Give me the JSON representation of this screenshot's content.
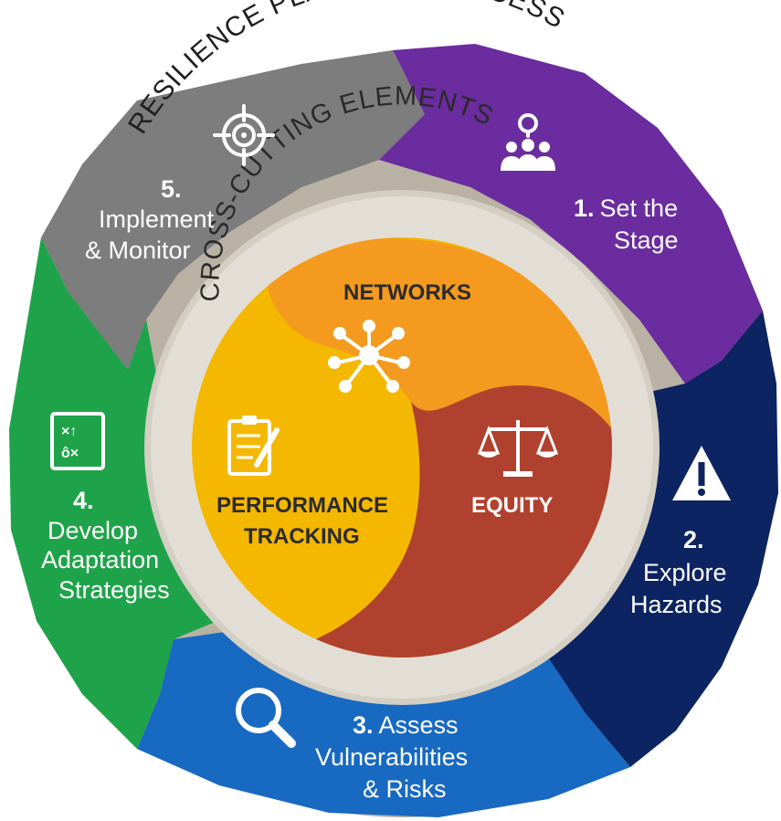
{
  "title": "RESILIENCE PLANNING PROCESS",
  "inner_title": "CROSS-CUTTING ELEMENTS",
  "steps": [
    {
      "number": "1.",
      "line1": "Set the",
      "line2": "Stage",
      "color": "#6a2c9e",
      "icon": "people-lightbulb-icon"
    },
    {
      "number": "2.",
      "line1": "Explore",
      "line2": "Hazards",
      "color": "#0c2461",
      "icon": "warning-triangle-icon"
    },
    {
      "number": "3.",
      "line1": "Assess",
      "line2": "Vulnerabilities",
      "line3": "& Risks",
      "color": "#1769c2",
      "icon": "magnifier-icon"
    },
    {
      "number": "4.",
      "line1": "Develop",
      "line2": "Adaptation",
      "line3": "Strategies",
      "color": "#1fa34a",
      "icon": "strategy-board-icon"
    },
    {
      "number": "5.",
      "line1": "Implement",
      "line2": "& Monitor",
      "color": "#7d7d7d",
      "icon": "target-icon"
    }
  ],
  "elements": [
    {
      "label": "NETWORKS",
      "color": "#f39a1f",
      "icon": "network-icon"
    },
    {
      "label": "EQUITY",
      "color": "#b0412e",
      "icon": "scales-icon"
    },
    {
      "label_line1": "PERFORMANCE",
      "label_line2": "TRACKING",
      "color": "#f5b800",
      "icon": "clipboard-pencil-icon"
    }
  ]
}
